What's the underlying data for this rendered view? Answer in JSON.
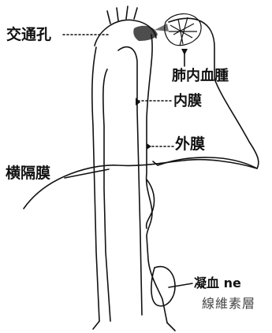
{
  "labels": {
    "tsuko_ko": "交通孔",
    "hainai_kesshu": "肺内血腫",
    "naimaku": "内膜",
    "gaimaku": "外膜",
    "oukaku_maku": "横隔膜",
    "gyoketsu": "凝血 ne",
    "sen_i_so": "線維素層"
  },
  "colors": {
    "ink": "#111111",
    "background": "#ffffff"
  }
}
